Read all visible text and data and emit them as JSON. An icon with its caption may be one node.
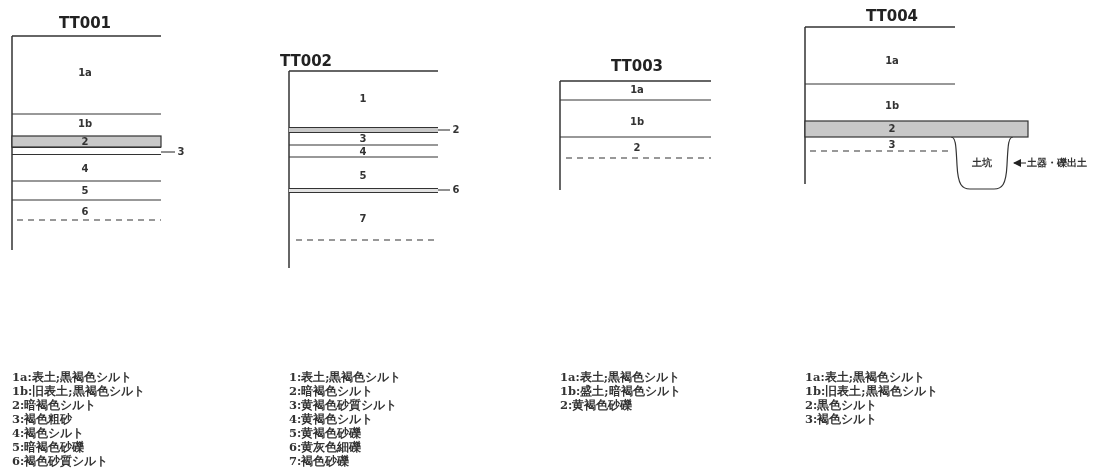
{
  "diagram": {
    "nodes": [
      {
        "text": [
          "3"
        ]
      },
      {
        "text": [],
        "shape": "bar"
      },
      {
        "text": [
          "2"
        ]
      },
      {
        "text": [],
        "shape": "bar"
      },
      {
        "text": [
          "6"
        ]
      },
      {
        "text": [],
        "shape": "bar"
      },
      {
        "text": [
          "土坑"
        ]
      },
      {
        "text": [
          "土器・礫出土"
        ]
      }
    ],
    "edges": [
      {
        "from": 0,
        "to": 1,
        "arrow": "none"
      },
      {
        "from": 2,
        "to": 3,
        "arrow": "none"
      },
      {
        "from": 4,
        "to": 5,
        "arrow": "none"
      },
      {
        "from": 7,
        "to": 6,
        "arrow": "to"
      }
    ],
    "labels": [
      "TT001",
      "1a",
      "1b",
      "2",
      "4",
      "5",
      "6",
      "TT002",
      "1",
      "3",
      "4",
      "5",
      "7",
      "TT003",
      "1a",
      "1b",
      "2",
      "TT004",
      "1a",
      "1b",
      "2",
      "3",
      "1a:表土;黒褐色シルト",
      "1b:旧表土;黒褐色シルト",
      "2:暗褐色シルト",
      "3:褐色粗砂",
      "4:褐色シルト",
      "5:暗褐色砂礫",
      "6:褐色砂質シルト",
      "1:表土;黒褐色シルト",
      "2:暗褐色シルト",
      "3:黄褐色砂質シルト",
      "4:黄褐色シルト",
      "5:黄褐色砂礫",
      "6:黄灰色細礫",
      "7:褐色砂礫",
      "1a:表土;黒褐色シルト",
      "1b:盛土;暗褐色シルト",
      "2:黄褐色砂礫",
      "1a:表土;黒褐色シルト",
      "1b:旧表土;黒褐色シルト",
      "2:黒色シルト",
      "3:褐色シルト"
    ]
  }
}
